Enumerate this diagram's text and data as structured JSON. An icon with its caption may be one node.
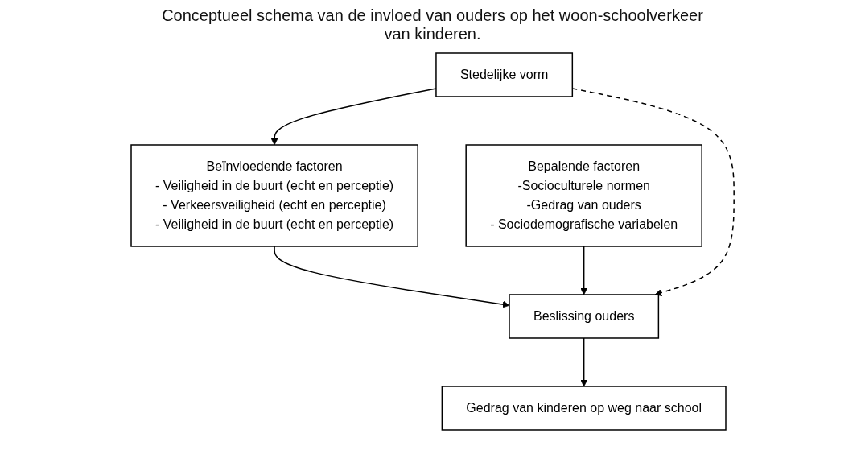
{
  "diagram": {
    "title": "Conceptueel schema van de invloed van ouders op het woon-schoolverkeer van kinderen.",
    "nodes": [
      {
        "text": [
          "Beïnvloedende factoren",
          "- Veiligheid in de buurt (echt en perceptie)",
          "- Verkeersveiligheid (echt en perceptie)",
          "- Veiligheid in de buurt (echt en perceptie)"
        ]
      },
      {
        "text": [
          "Bepalende factoren",
          "-Socioculturele normen",
          "-Gedrag van ouders",
          "- Sociodemografische variabelen"
        ]
      },
      {
        "text": [
          "Stedelijke vorm"
        ]
      },
      {
        "text": [
          "Beslissing ouders"
        ]
      },
      {
        "text": [
          "Gedrag van kinderen op weg naar school"
        ]
      }
    ],
    "edges": [
      {
        "from": 0,
        "to": 3,
        "arrow": "to"
      },
      {
        "from": 1,
        "to": 3,
        "arrow": "to"
      },
      {
        "from": 2,
        "to": 3,
        "arrow": "to",
        "style": "dashed"
      },
      {
        "from": 3,
        "to": 4,
        "arrow": "to"
      },
      {
        "from": 2,
        "to": 0,
        "arrow": "to"
      }
    ]
  }
}
